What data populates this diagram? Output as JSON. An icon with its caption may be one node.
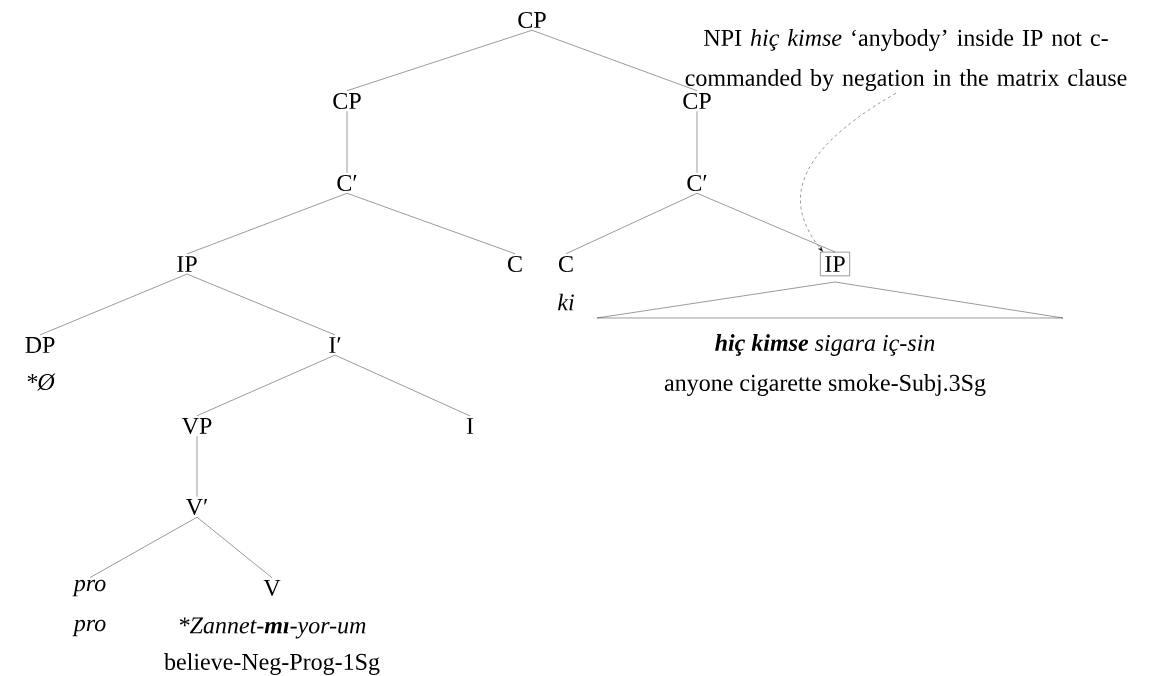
{
  "diagram": {
    "nodes": [
      {
        "text": [
          "CP"
        ]
      },
      {
        "text": [
          "NPI *hiç kimse* ‘anybody’ inside IP not c-commanded by negation in the matrix clause"
        ]
      },
      {
        "text": [
          "CP"
        ]
      },
      {
        "text": [
          "CP"
        ]
      },
      {
        "text": [
          "C′"
        ]
      },
      {
        "text": [
          "C′"
        ]
      },
      {
        "text": [
          "IP"
        ]
      },
      {
        "text": [
          "C"
        ]
      },
      {
        "text": [
          "C"
        ],
        "beside": [
          "ki"
        ]
      },
      {
        "text": [
          "IP"
        ],
        "beside": [
          "**hiç kimse** sigara iç-sin",
          "anyone cigarette smoke-Subj.3Sg"
        ]
      },
      {
        "text": [
          "DP"
        ],
        "beside": [
          "*Ø"
        ]
      },
      {
        "text": [
          "I′"
        ]
      },
      {
        "text": [
          "VP"
        ]
      },
      {
        "text": [
          "I"
        ]
      },
      {
        "text": [
          "V′"
        ]
      },
      {
        "text": [
          "pro"
        ],
        "beside": [
          "pro"
        ]
      },
      {
        "text": [
          "V"
        ],
        "beside": [
          "*Zannet-**mı**-yor-um",
          "believe-Neg-Prog-1Sg"
        ]
      }
    ],
    "edges": [
      {
        "from": 0,
        "to": 2,
        "arrow": "none"
      },
      {
        "from": 0,
        "to": 3,
        "arrow": "none"
      },
      {
        "from": 2,
        "to": 4,
        "arrow": "none"
      },
      {
        "from": 3,
        "to": 5,
        "arrow": "none"
      },
      {
        "from": 4,
        "to": 6,
        "arrow": "none"
      },
      {
        "from": 4,
        "to": 7,
        "arrow": "none"
      },
      {
        "from": 5,
        "to": 8,
        "arrow": "none"
      },
      {
        "from": 5,
        "to": 9,
        "arrow": "none"
      },
      {
        "from": 6,
        "to": 10,
        "arrow": "none"
      },
      {
        "from": 6,
        "to": 11,
        "arrow": "none"
      },
      {
        "from": 11,
        "to": 12,
        "arrow": "none"
      },
      {
        "from": 11,
        "to": 13,
        "arrow": "none"
      },
      {
        "from": 12,
        "to": 14,
        "arrow": "none"
      },
      {
        "from": 14,
        "to": 15,
        "arrow": "none"
      },
      {
        "from": 14,
        "to": 16,
        "arrow": "none"
      },
      {
        "from": 1,
        "to": 9,
        "arrow": "to",
        "style": "dashed"
      }
    ]
  }
}
